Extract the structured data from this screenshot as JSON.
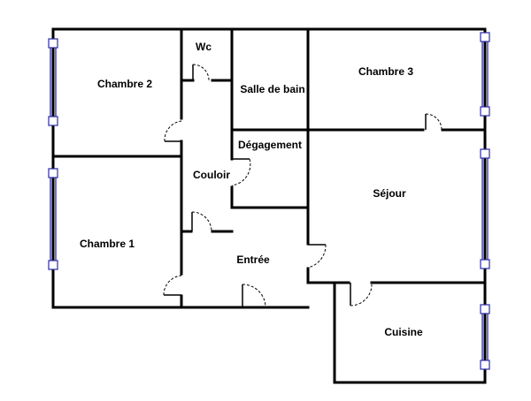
{
  "rooms": {
    "wc": "Wc",
    "chambre2": "Chambre 2",
    "salle_de_bain": "Salle de bain",
    "chambre3": "Chambre 3",
    "degagement": "Dégagement",
    "couloir": "Couloir",
    "sejour": "Séjour",
    "chambre1": "Chambre 1",
    "entree": "Entrée",
    "cuisine": "Cuisine"
  },
  "colors": {
    "wall": "#000000",
    "window": "#2b2ba8",
    "background": "#ffffff"
  }
}
